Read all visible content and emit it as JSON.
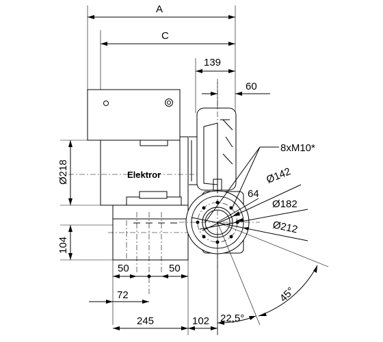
{
  "dimensions": {
    "A": "A",
    "C": "C",
    "d139": "139",
    "d60": "60",
    "thread": "8xM10*",
    "d142": "Ø142",
    "d64": "64",
    "d182": "Ø182",
    "d212": "Ø212",
    "d218": "Ø218",
    "d104": "104",
    "d50_left": "50",
    "d50_right": "50",
    "d72": "72",
    "d245": "245",
    "d102": "102",
    "d225": "22,5°",
    "d45": "45°"
  },
  "motor": {
    "brand": "Elektror"
  }
}
